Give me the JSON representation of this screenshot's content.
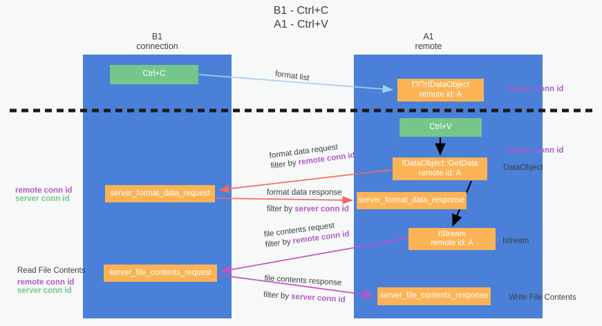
{
  "title": {
    "line1": "B1 - Ctrl+C",
    "line2": "A1 - Ctrl+V"
  },
  "columns": [
    {
      "name": "B1",
      "sub": "connection"
    },
    {
      "name": "A1",
      "sub": "remote"
    }
  ],
  "colors": {
    "lane": "#4a80d8",
    "green_node": "#76c68b",
    "orange_node": "#fbb355",
    "background": "#f7f8f8",
    "purple_text": "#b05ac7",
    "green_text": "#76c68b",
    "blue_arrow": "#a9cdf0",
    "red_arrow": "#ef6a63",
    "magenta_arrow": "#c74ec7",
    "black_arrow": "#000000",
    "divider": "#1a1a1a"
  },
  "nodes": {
    "ctrl_c": {
      "line1": "Ctrl+C",
      "line2": ""
    },
    "idataobject": {
      "line1": "f?/?rIDataObject",
      "line2": "remote id: A"
    },
    "ctrl_v": {
      "line1": "Ctrl+V",
      "line2": ""
    },
    "getdata": {
      "line1": "IDataObject::GetData",
      "line2": "remote id: A"
    },
    "server_format_data_request": {
      "line1": "server_format_data_request",
      "line2": ""
    },
    "server_format_data_response": {
      "line1": "server_format_data_response",
      "line2": ""
    },
    "istream": {
      "line1": "IStream",
      "line2": "remote id: A"
    },
    "server_file_contents_request": {
      "line1": "server_file_contents_request",
      "line2": ""
    },
    "server_file_contents_response": {
      "line1": "server_file_contents_response",
      "line2": ""
    }
  },
  "edge_labels": {
    "format_list": {
      "line1": "format list",
      "line2": ""
    },
    "format_data_request": {
      "line1": "format data request",
      "filter_prefix": "filter by ",
      "filter_key": "remote conn id"
    },
    "format_data_response": {
      "line1": "format data response",
      "filter_prefix": "filter by ",
      "filter_key": "server conn id"
    },
    "file_contents_request": {
      "line1": "file contents request",
      "filter_prefix": "filter by ",
      "filter_key": "remote conn id"
    },
    "file_contents_response": {
      "line1": "file contents response",
      "filter_prefix": "filter by ",
      "filter_key": "server conn id"
    }
  },
  "annotations": {
    "right_remote_conn_id_top": "remote conn id",
    "right_remote_conn_id_mid": "remote conn id",
    "dataobject": "DataObject",
    "istream": "Istream",
    "write_file_contents": "Write File Contents",
    "left_remote_conn_id": "remote conn id",
    "left_server_conn_id": "server conn id",
    "read_file_contents": "Read File Contents",
    "left2_remote_conn_id": "remote conn id",
    "left2_server_conn_id": "server conn id"
  }
}
